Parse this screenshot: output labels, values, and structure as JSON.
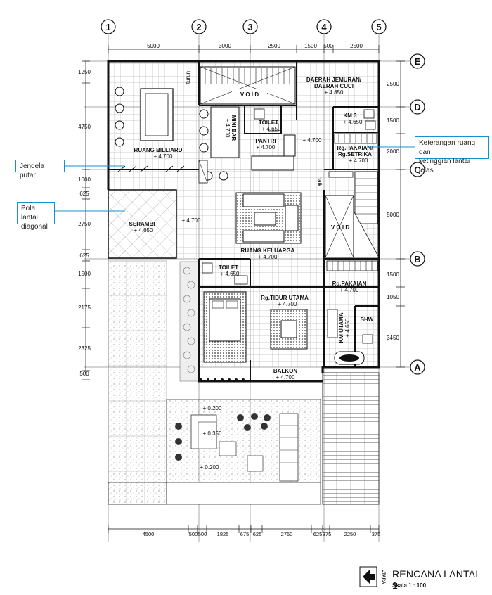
{
  "grid": {
    "columns": [
      "1",
      "2",
      "3",
      "4",
      "5"
    ],
    "rows": [
      "E",
      "D",
      "C",
      "B",
      "A"
    ]
  },
  "dims": {
    "top": [
      "5000",
      "3000",
      "2500",
      "1500",
      "500",
      "2500"
    ],
    "left": [
      "1250",
      "4750",
      "1000",
      "625",
      "2750",
      "625",
      "1500",
      "2175",
      "2325",
      "500"
    ],
    "right": [
      "2500",
      "1500",
      "2000",
      "5000",
      "1500",
      "1050",
      "3450"
    ],
    "bottom": [
      "4500",
      "500",
      "500",
      "1825",
      "675",
      "625",
      "2750",
      "625",
      "375",
      "2250",
      "375"
    ]
  },
  "rooms": {
    "billiard": {
      "name": "RUANG BILLIARD",
      "level": "+ 4.700"
    },
    "void1": {
      "name": "V O I D"
    },
    "turun": "turun",
    "minibar": {
      "name": "MINI BAR",
      "level": "+ 4.700"
    },
    "toilet1": {
      "name": "TOILET",
      "level": "+ 4.650"
    },
    "pantri": {
      "name": "PANTRI",
      "level": "+ 4.700"
    },
    "jemuran": {
      "name1": "DAERAH JEMURAN/",
      "name2": "DAERAH CUCI",
      "level": "+ 4.850"
    },
    "km3": {
      "name": "KM 3",
      "level": "+ 4.650"
    },
    "hall_level": "+ 4.700",
    "pakaian_setrika": {
      "name1": "Rg.PAKAIAN/",
      "name2": "Rg.SETRIKA",
      "level": "+ 4.700"
    },
    "naik": "naik",
    "serambi": {
      "name": "SERAMBI",
      "level": "+ 4.650"
    },
    "corridor_level": "+ 4.700",
    "keluarga": {
      "name": "RUANG KELUARGA",
      "level": "+ 4.700"
    },
    "void2": {
      "name": "V O I D"
    },
    "toilet2": {
      "name": "TOILET",
      "level": "+ 4.650"
    },
    "pakaian": {
      "name": "Rg.PAKAIAN",
      "level": "+ 4.700"
    },
    "tidur": {
      "name": "Rg.TIDUR UTAMA",
      "level": "+ 4.700"
    },
    "km_utama": {
      "name": "KM UTAMA",
      "level": "+ 4.650"
    },
    "shw": "SHW",
    "balkon": {
      "name": "BALKON",
      "level": "+ 4.700"
    },
    "roof_levels": [
      "+ 0.200",
      "+ 0.350",
      "+ 0.200"
    ]
  },
  "callouts": {
    "jendela": "Jendela putar",
    "pola": [
      "Pola lantai",
      "diagonal"
    ],
    "keterangan": [
      "Keterangan ruang dan",
      "ketinggian lantai jelas"
    ]
  },
  "title": {
    "main": "RENCANA LANTAI 1",
    "scale": "Skala 1 : 100",
    "north": "UTARA"
  },
  "colors": {
    "callout_border": "#1a8fd0",
    "line": "#111111"
  }
}
